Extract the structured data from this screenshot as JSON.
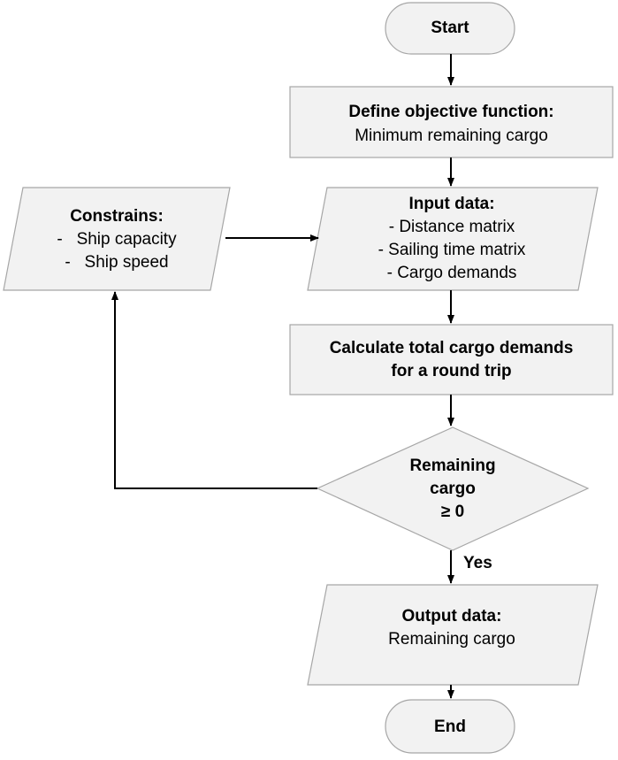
{
  "diagram": {
    "start": {
      "text": "Start"
    },
    "define": {
      "title": "Define objective function:",
      "body": "Minimum remaining cargo"
    },
    "input": {
      "title": "Input data:",
      "items": [
        "- Distance matrix",
        "- Sailing time matrix",
        "- Cargo demands"
      ]
    },
    "constrains": {
      "title": "Constrains:",
      "items": [
        "-   Ship capacity",
        "-   Ship speed"
      ]
    },
    "calculate": {
      "line1": "Calculate total cargo demands",
      "line2": "for a round trip"
    },
    "decision": {
      "line1": "Remaining",
      "line2": "cargo",
      "line3": "≥ 0"
    },
    "yes_label": "Yes",
    "output": {
      "title": "Output data:",
      "body": "Remaining cargo"
    },
    "end": {
      "text": "End"
    }
  },
  "colors": {
    "fill": "#f2f2f2",
    "stroke": "#a6a6a6",
    "arrow": "#000000"
  }
}
